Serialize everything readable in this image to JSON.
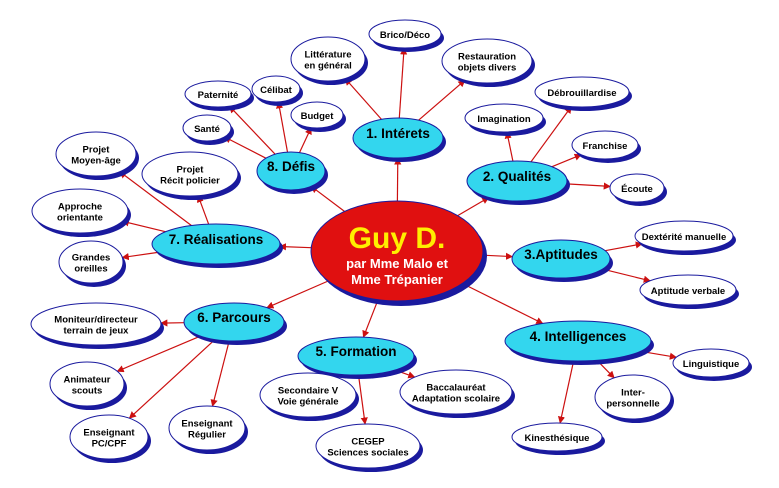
{
  "center": {
    "title": "Guy D.",
    "subtitle_lines": [
      "par Mme Malo et",
      "Mme Trépanier"
    ]
  },
  "categories": [
    {
      "label": "1. Intérets",
      "children": [
        {
          "lines": [
            "Littérature",
            "en général"
          ]
        },
        {
          "lines": [
            "Brico/Déco"
          ]
        },
        {
          "lines": [
            "Restauration",
            "objets divers"
          ]
        }
      ]
    },
    {
      "label": "2. Qualités",
      "children": [
        {
          "lines": [
            "Imagination"
          ]
        },
        {
          "lines": [
            "Débrouillardise"
          ]
        },
        {
          "lines": [
            "Franchise"
          ]
        },
        {
          "lines": [
            "Écoute"
          ]
        }
      ]
    },
    {
      "label": "3.Aptitudes",
      "children": [
        {
          "lines": [
            "Dextérité manuelle"
          ]
        },
        {
          "lines": [
            "Aptitude verbale"
          ]
        }
      ]
    },
    {
      "label": "4. Intelligences",
      "children": [
        {
          "lines": [
            "Linguistique"
          ]
        },
        {
          "lines": [
            "Inter-",
            "personnelle"
          ]
        },
        {
          "lines": [
            "Kinesthésique"
          ]
        }
      ]
    },
    {
      "label": "5. Formation",
      "children": [
        {
          "lines": [
            "Secondaire V",
            "Voie générale"
          ]
        },
        {
          "lines": [
            "CEGEP",
            "Sciences sociales"
          ]
        },
        {
          "lines": [
            "Baccalauréat",
            "Adaptation scolaire"
          ]
        }
      ]
    },
    {
      "label": "6. Parcours",
      "children": [
        {
          "lines": [
            "Moniteur/directeur",
            "terrain de jeux"
          ]
        },
        {
          "lines": [
            "Animateur",
            "scouts"
          ]
        },
        {
          "lines": [
            "Enseignant",
            "PC/CPF"
          ]
        },
        {
          "lines": [
            "Enseignant",
            "Régulier"
          ]
        }
      ]
    },
    {
      "label": "7. Réalisations",
      "children": [
        {
          "lines": [
            "Projet",
            "Moyen-âge"
          ]
        },
        {
          "lines": [
            "Projet",
            "Récit policier"
          ]
        },
        {
          "lines": [
            "Approche",
            "orientante"
          ]
        },
        {
          "lines": [
            "Grandes",
            "oreilles"
          ]
        }
      ]
    },
    {
      "label": "8. Défis",
      "children": [
        {
          "lines": [
            "Paternité"
          ]
        },
        {
          "lines": [
            "Célibat"
          ]
        },
        {
          "lines": [
            "Budget"
          ]
        },
        {
          "lines": [
            "Santé"
          ]
        }
      ]
    }
  ],
  "colors": {
    "center_fill": "#e01010",
    "center_title": "#ffee00",
    "center_subtitle": "#ffffff",
    "category_fill": "#33d6ee",
    "leaf_fill": "#ffffff",
    "node_shadow": "#1a1a9e",
    "arrow": "#cc1010"
  }
}
